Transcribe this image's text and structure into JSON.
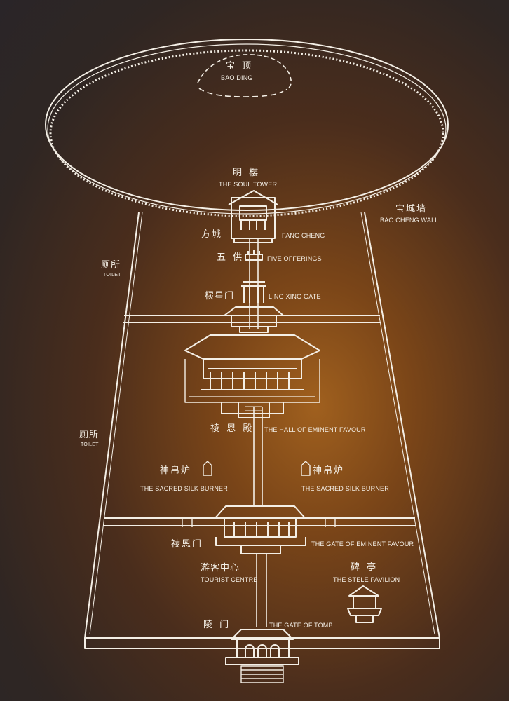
{
  "map": {
    "palette": {
      "line": "#f4efe6",
      "bg_dark": "#2a2528",
      "bg_glow": "#a0601e"
    },
    "labels": {
      "bao_ding_cn": "宝 顶",
      "bao_ding_en": "BAO  DING",
      "soul_tower_cn": "明 樓",
      "soul_tower_en": "THE SOUL TOWER",
      "bao_cheng_wall_cn": "宝城墙",
      "bao_cheng_wall_en": "BAO CHENG WALL",
      "fang_cheng_cn": "方城",
      "fang_cheng_en": "FANG  CHENG",
      "five_offerings_cn": "五 供",
      "five_offerings_en": "FIVE OFFERINGS",
      "ling_xing_gate_cn": "棂星门",
      "ling_xing_gate_en": "LING XING GATE",
      "toilet_top_cn": "厕所",
      "toilet_top_en": "TOILET",
      "toilet_mid_cn": "厕所",
      "toilet_mid_en": "TOILET",
      "hall_cn": "祾 恩 殿",
      "hall_en": "THE HALL OF EMINENT FAVOUR",
      "silk_burner_left_cn": "神帛炉",
      "silk_burner_left_en": "THE SACRED SILK BURNER",
      "silk_burner_right_cn": "神帛炉",
      "silk_burner_right_en": "THE SACRED  SILK  BURNER",
      "gate_eminent_cn": "祾恩门",
      "gate_eminent_en": "THE GATE OF EMINENT FAVOUR",
      "tourist_cn": "游客中心",
      "tourist_en": "TOURIST CENTRE",
      "stele_cn": "碑 亭",
      "stele_en": "THE STELE PAVILION",
      "tomb_gate_cn": "陵 门",
      "tomb_gate_en": "THE GATE OF TOMB"
    }
  }
}
